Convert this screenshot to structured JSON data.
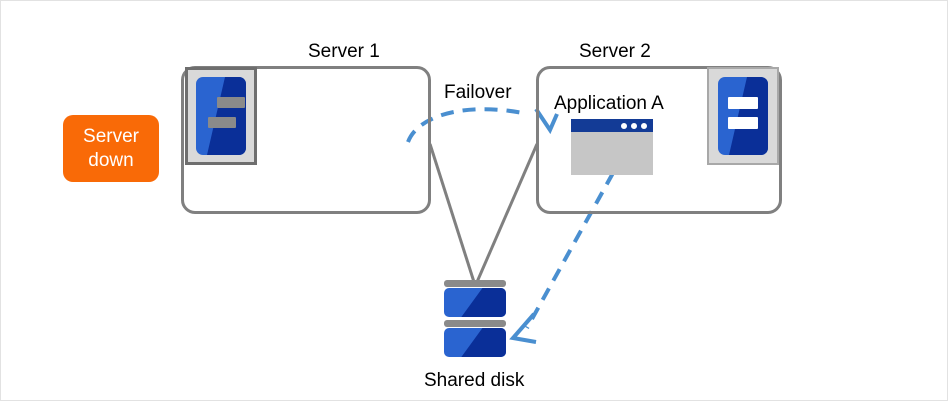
{
  "diagram": {
    "title_text_color": "#000000",
    "background": "#ffffff",
    "badge": {
      "name": "server-down-badge",
      "line1": "Server",
      "line2": "down",
      "color": "#f96a07",
      "text_color": "#ffffff"
    },
    "nodes": [
      {
        "id": "server1",
        "label": "Server 1",
        "state": "down",
        "icon": "server-icon-disabled"
      },
      {
        "id": "server2",
        "label": "Server 2",
        "state": "active",
        "icon": "server-icon",
        "application": {
          "label": "Application A",
          "icon": "application-window-icon"
        }
      },
      {
        "id": "shared-disk",
        "label": "Shared disk",
        "icon": "disk-stack-icon"
      }
    ],
    "connections": [
      {
        "id": "failover",
        "label": "Failover",
        "from": "server1",
        "to": "server2",
        "style": "dashed-curved-arrow",
        "color": "#4a8fd0"
      },
      {
        "id": "app-to-disk",
        "label": "",
        "from": "server2-application",
        "to": "shared-disk",
        "style": "dashed-arrow",
        "color": "#4a8fd0"
      },
      {
        "id": "server1-to-disk",
        "label": "",
        "from": "server1",
        "to": "shared-disk",
        "style": "solid-line",
        "color": "#808080"
      },
      {
        "id": "server2-to-disk",
        "label": "",
        "from": "server2",
        "to": "shared-disk",
        "style": "solid-line",
        "color": "#808080"
      }
    ],
    "colors": {
      "box_border": "#808080",
      "icon_blue": "#2a64d0",
      "icon_blue_dark": "#0a2f98",
      "arrow_blue": "#4a8fd0",
      "slash_orange": "#f96a07",
      "disabled_gray": "#8a8a8a"
    }
  }
}
